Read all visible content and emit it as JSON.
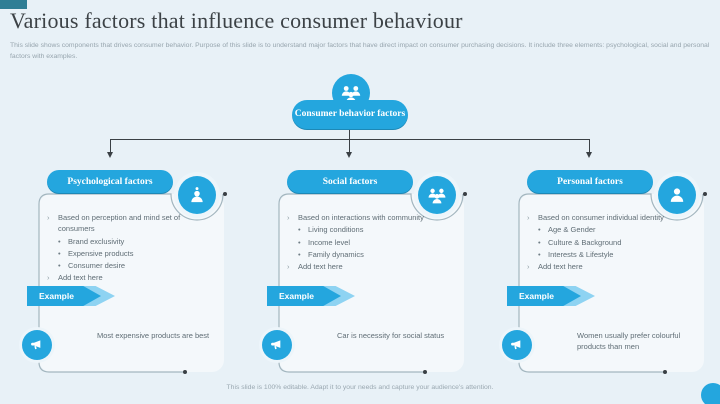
{
  "slide": {
    "title": "Various factors that influence consumer behaviour",
    "subtitle": "This slide shows components that drives consumer behavior. Purpose of this slide is to understand major factors that have direct impact on consumer purchasing decisions. It include three elements: psychological, social and personal factors with examples.",
    "footer": "This slide is 100% editable. Adapt it to your needs and capture your audience's attention."
  },
  "root": {
    "label": "Consumer behavior factors",
    "icon": "people-group-icon"
  },
  "example_label": "Example",
  "columns": [
    {
      "title": "Psychological factors",
      "icon": "mind-person-icon",
      "bullets": [
        {
          "text": "Based on perception and mind set of consumers",
          "sub": [
            "Brand exclusivity",
            "Expensive products",
            "Consumer desire"
          ]
        },
        {
          "text": "Add text here",
          "sub": []
        }
      ],
      "example_text": "Most expensive products are best"
    },
    {
      "title": "Social factors",
      "icon": "community-icon",
      "bullets": [
        {
          "text": "Based on interactions with community",
          "sub": [
            "Living conditions",
            "Income level",
            "Family dynamics"
          ]
        },
        {
          "text": "Add text here",
          "sub": []
        }
      ],
      "example_text": "Car is necessity for social status"
    },
    {
      "title": "Personal factors",
      "icon": "person-icon",
      "bullets": [
        {
          "text": "Based on consumer individual identity",
          "sub": [
            "Age & Gender",
            "Culture & Background",
            "Interests & Lifestyle"
          ]
        },
        {
          "text": "Add text here",
          "sub": []
        }
      ],
      "example_text": "Women usually prefer colourful products than men"
    }
  ],
  "colors": {
    "accent_blue": "#24A6DE",
    "accent_blue_light": "#8ED3F2",
    "teal_corner": "#2F7E95",
    "background": "#E8F1F7",
    "card_border": "#A3B6BF",
    "connector": "#3A4045",
    "title_text": "#3C4246",
    "body_text": "#5F6D75",
    "muted_text": "#98A6AF"
  }
}
